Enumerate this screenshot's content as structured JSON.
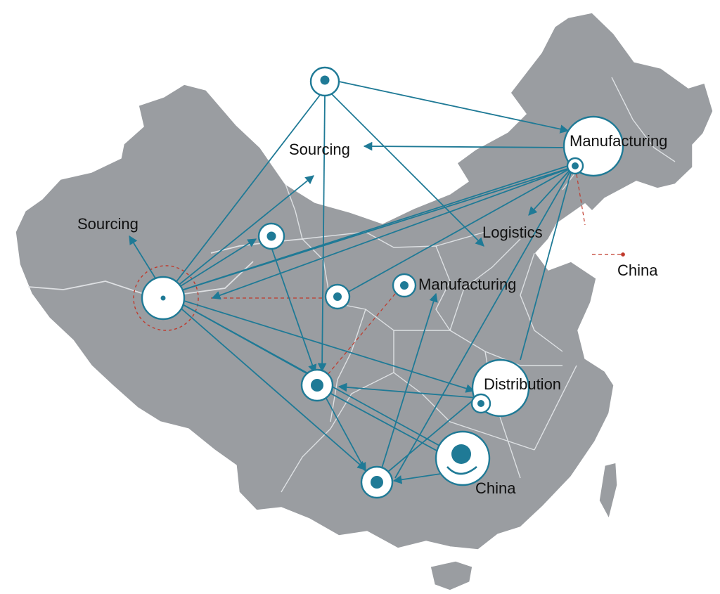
{
  "colors": {
    "land": "#9a9da1",
    "route": "#1f7a96",
    "node_fill": "#1f7a96",
    "node_ring": "#1f7a96",
    "accent_dashed": "#c0392b",
    "background": "#ffffff"
  },
  "labels": {
    "sourcing_north": "Sourcing",
    "sourcing_west": "Sourcing",
    "manufacturing_ne": "Manufacturing",
    "logistics": "Logistics",
    "manufacturing_central": "Manufacturing",
    "distribution": "Distribution",
    "china_east": "China",
    "china_south": "China"
  }
}
